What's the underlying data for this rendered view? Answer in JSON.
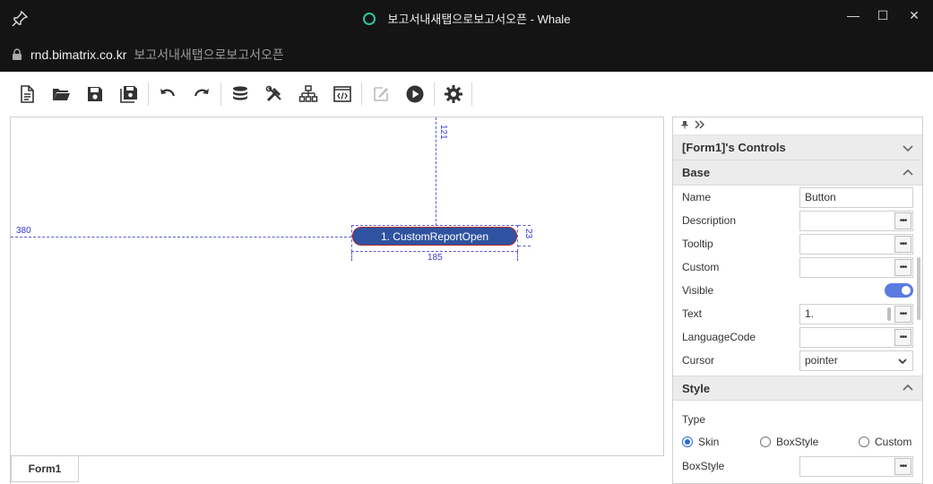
{
  "window": {
    "title": "보고서내새탭으로보고서오픈 - Whale",
    "pin_icon": "pin-icon",
    "tab_icon": "tab-circle-icon",
    "minimize_label": "—",
    "maximize_label": "☐",
    "close_label": "✕"
  },
  "address": {
    "host": "rnd.bimatrix.co.kr",
    "page_title": "보고서내새탭으로보고서오픈"
  },
  "toolbar": {
    "icons": [
      "new-document-icon",
      "open-folder-icon",
      "save-icon",
      "save-all-icon",
      "undo-icon",
      "redo-icon",
      "database-icon",
      "tools-icon",
      "hierarchy-icon",
      "code-view-icon",
      "edit-icon",
      "run-icon",
      "settings-icon"
    ]
  },
  "canvas": {
    "button_text": "1. CustomReportOpen",
    "dim_top": "121",
    "dim_left": "380",
    "dim_right": "23",
    "dim_bottom": "185"
  },
  "form_tabs": [
    "Form1"
  ],
  "panel": {
    "controls_header": "[Form1]'s Controls",
    "base_header": "Base",
    "style_header": "Style",
    "properties": {
      "name_label": "Name",
      "name_value": "Button",
      "description_label": "Description",
      "tooltip_label": "Tooltip",
      "custom_label": "Custom",
      "visible_label": "Visible",
      "text_label": "Text",
      "text_value": "1.",
      "languagecode_label": "LanguageCode",
      "cursor_label": "Cursor",
      "cursor_value": "pointer"
    },
    "style": {
      "type_label": "Type",
      "options": [
        "Skin",
        "BoxStyle",
        "Custom"
      ],
      "selected": "Skin",
      "boxstyle_label": "BoxStyle"
    },
    "dots_label": "•••",
    "visible_on": true
  },
  "colors": {
    "accent": "#5b7be0",
    "button_fill": "#2f53a0",
    "guide": "#5b5bd6",
    "titlebar": "#141414"
  }
}
